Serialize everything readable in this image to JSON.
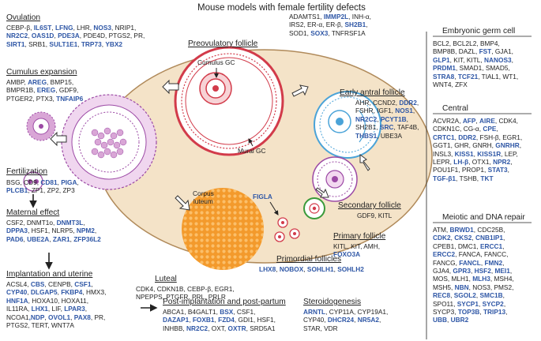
{
  "title": "Mouse models with female fertility defects",
  "colors": {
    "gene_highlight": "#2f57a6",
    "ovary_fill": "#f4e3c8",
    "ovary_stroke": "#b08a5a",
    "follicle_red": "#d23b4a",
    "follicle_blue": "#4aa3d8",
    "follicle_purple": "#9c4aa5",
    "luteum_orange": "#f39a2c",
    "primary_green": "#3a9a3a"
  },
  "sections": {
    "ovulation": {
      "label": "Ovulation",
      "lines": [
        [
          [
            "CEBP-β, ",
            0
          ],
          [
            "IL6ST",
            1
          ],
          [
            ", ",
            0
          ],
          [
            "LFNG",
            1
          ],
          [
            ", LHR, ",
            0
          ],
          [
            "NOS3",
            1
          ],
          [
            ", NRIP1,",
            0
          ]
        ],
        [
          [
            "NR2C2",
            1
          ],
          [
            ", ",
            0
          ],
          [
            "OAS1D",
            1
          ],
          [
            ", ",
            0
          ],
          [
            "PDE3A",
            1
          ],
          [
            ", PDE4D, PTGS2, PR,",
            0
          ]
        ],
        [
          [
            "SIRT1",
            1
          ],
          [
            ", SRB1, ",
            0
          ],
          [
            "SULT1E1",
            1
          ],
          [
            ", ",
            0
          ],
          [
            "TRP73",
            1
          ],
          [
            ", ",
            0
          ],
          [
            "YBX2",
            1
          ]
        ]
      ]
    },
    "cumulus": {
      "label": "Cumulus expansion",
      "lines": [
        [
          [
            "AMBP, ",
            0
          ],
          [
            "AREG",
            1
          ],
          [
            ", BMP15,",
            0
          ]
        ],
        [
          [
            "BMPR1B, ",
            0
          ],
          [
            "EREG",
            1
          ],
          [
            ", GDF9,",
            0
          ]
        ],
        [
          [
            "PTGER2, PTX3, ",
            0
          ],
          [
            "TNFAIP6",
            1
          ]
        ]
      ]
    },
    "fertilization": {
      "label": "Fertilization",
      "lines": [
        [
          [
            "BSG, CD9, ",
            0
          ],
          [
            "CD81",
            1
          ],
          [
            ", ",
            0
          ],
          [
            "PIGA",
            1
          ],
          [
            ",",
            0
          ]
        ],
        [
          [
            "PLCB1",
            1
          ],
          [
            ", ZP1, ZP2, ZP3",
            0
          ]
        ]
      ]
    },
    "maternal": {
      "label": "Maternal effect",
      "lines": [
        [
          [
            "CSF2, DNMT1o, ",
            0
          ],
          [
            "DNMT3L",
            1
          ],
          [
            ",",
            0
          ]
        ],
        [
          [
            "DPPA3",
            1
          ],
          [
            ", HSF1, NLRP5, ",
            0
          ],
          [
            "NPM2",
            1
          ],
          [
            ",",
            0
          ]
        ],
        [
          [
            "PAD6",
            1
          ],
          [
            ", ",
            0
          ],
          [
            "UBE2A",
            1
          ],
          [
            ", ",
            0
          ],
          [
            "ZAR1",
            1
          ],
          [
            ", ",
            0
          ],
          [
            "ZFP36L2",
            1
          ]
        ]
      ]
    },
    "implantation": {
      "label": "Implantation and uterine",
      "lines": [
        [
          [
            "ACSL4, ",
            0
          ],
          [
            "CBS",
            1
          ],
          [
            ", CENPB, ",
            0
          ],
          [
            "CSF1",
            1
          ],
          [
            ",",
            0
          ]
        ],
        [
          [
            "CYP40",
            1
          ],
          [
            ", ",
            0
          ],
          [
            "DLGAP5",
            1
          ],
          [
            ", ",
            0
          ],
          [
            "FKBP4",
            1
          ],
          [
            ", HMX3,",
            0
          ]
        ],
        [
          [
            "HNF1A",
            1
          ],
          [
            ", HOXA10, HOXA11,",
            0
          ]
        ],
        [
          [
            "IL11RA, ",
            0
          ],
          [
            "LHX1",
            1
          ],
          [
            ", LIF, ",
            0
          ],
          [
            "LPAR3",
            1
          ],
          [
            ",",
            0
          ]
        ],
        [
          [
            "NCOA1",
            0
          ],
          [
            ",NDP",
            1
          ],
          [
            ", ",
            0
          ],
          [
            "OVOL1",
            1
          ],
          [
            ", ",
            0
          ],
          [
            "PAX8",
            1
          ],
          [
            ", PR,",
            0
          ]
        ],
        [
          [
            "PTGS2, TERT, WNT7A",
            0
          ]
        ]
      ]
    },
    "preovulatory": {
      "label": "Preovulatory follicle",
      "lines": [
        [
          [
            "ADAMTS1, ",
            0
          ],
          [
            "IMMP2L",
            1
          ],
          [
            ", INH-α,",
            0
          ]
        ],
        [
          [
            "IRS2, ER-α, ER-β, ",
            0
          ],
          [
            "SH2B1",
            1
          ],
          [
            ",",
            0
          ]
        ],
        [
          [
            "SOD1, ",
            0
          ],
          [
            "SOX3",
            1
          ],
          [
            ", TNFRSF1A",
            0
          ]
        ]
      ]
    },
    "early_antral": {
      "label": "Early antral follicle",
      "lines": [
        [
          [
            "AHR, CCND2, ",
            0
          ],
          [
            "DDR2",
            1
          ],
          [
            ",",
            0
          ]
        ],
        [
          [
            "FSHR, IGF1, ",
            0
          ],
          [
            "NOS1",
            1
          ],
          [
            ",",
            0
          ]
        ],
        [
          [
            "NR2C2",
            1
          ],
          [
            ", ",
            0
          ],
          [
            "PCYT1B",
            1
          ],
          [
            ",",
            0
          ]
        ],
        [
          [
            "SH2B1, ",
            0
          ],
          [
            "SRC",
            1
          ],
          [
            ", TAF4B,",
            0
          ]
        ],
        [
          [
            "THBS1",
            1
          ],
          [
            ", UBE3A",
            0
          ]
        ]
      ]
    },
    "secondary": {
      "label": "Secondary follicle",
      "lines": [
        [
          [
            "GDF9, KITL",
            0
          ]
        ]
      ]
    },
    "primary": {
      "label": "Primary follicle",
      "lines": [
        [
          [
            "KITL, KIT, AMH,",
            0
          ]
        ],
        [
          [
            "FOXO3A",
            1
          ]
        ]
      ]
    },
    "primordial": {
      "label": "Primordial follicles",
      "lines": [
        [
          [
            "LHX8",
            1
          ],
          [
            ", ",
            0
          ],
          [
            "NOBOX",
            1
          ],
          [
            ", ",
            0
          ],
          [
            "SOHLH1",
            1
          ],
          [
            ", ",
            0
          ],
          [
            "SOHLH2",
            1
          ]
        ]
      ]
    },
    "luteal": {
      "label": "Luteal",
      "lines": [
        [
          [
            "CDK4, CDKN1B, CEBP-β, EGR1,",
            0
          ]
        ],
        [
          [
            "NPEPPS, PTGFR, PRL, PRLR",
            0
          ]
        ]
      ]
    },
    "postimpl": {
      "label": "Post-implantation and post-partum",
      "lines": [
        [
          [
            "ABCA1, B4GALT1, ",
            0
          ],
          [
            "BSX",
            1
          ],
          [
            ", CSF1,",
            0
          ]
        ],
        [
          [
            "DAZAP1",
            1
          ],
          [
            ", ",
            0
          ],
          [
            "FOXB1",
            1
          ],
          [
            ", ",
            0
          ],
          [
            "FZD4",
            1
          ],
          [
            ", GDI1, HSF1,",
            0
          ]
        ],
        [
          [
            "INHBB, ",
            0
          ],
          [
            "NR2C2",
            1
          ],
          [
            ", OXT, ",
            0
          ],
          [
            "OXTR",
            1
          ],
          [
            ", SRD5A1",
            0
          ]
        ]
      ]
    },
    "steroid": {
      "label": "Steroidogenesis",
      "lines": [
        [
          [
            "ARNTL",
            1
          ],
          [
            ", CYP11A, CYP19A1,",
            0
          ]
        ],
        [
          [
            "CYP40, ",
            0
          ],
          [
            "DHCR24",
            1
          ],
          [
            ", ",
            0
          ],
          [
            "NR5A2",
            1
          ],
          [
            ",",
            0
          ]
        ],
        [
          [
            "STAR, VDR",
            0
          ]
        ]
      ]
    },
    "embryonic": {
      "label": "Embryonic germ cell",
      "lines": [
        [
          [
            "BCL2, BCL2L2, BMP4,",
            0
          ]
        ],
        [
          [
            "BMP8B, DAZL, ",
            0
          ],
          [
            "FST",
            1
          ],
          [
            ", GJA1,",
            0
          ]
        ],
        [
          [
            "GLP1",
            1
          ],
          [
            ", KIT, KITL, ",
            0
          ],
          [
            "NANOS3",
            1
          ],
          [
            ",",
            0
          ]
        ],
        [
          [
            "PRDM1",
            1
          ],
          [
            ", SMAD1, SMAD5,",
            0
          ]
        ],
        [
          [
            "STRA8",
            1
          ],
          [
            ", ",
            0
          ],
          [
            "TCF21",
            1
          ],
          [
            ", TIAL1, WT1,",
            0
          ]
        ],
        [
          [
            "WNT4, ZFX",
            0
          ]
        ]
      ]
    },
    "central": {
      "label": "Central",
      "lines": [
        [
          [
            "ACVR2A, ",
            0
          ],
          [
            "AFP",
            1
          ],
          [
            ", ",
            0
          ],
          [
            "AIRE",
            1
          ],
          [
            ", CDK4,",
            0
          ]
        ],
        [
          [
            "CDKN1C, CG-α, ",
            0
          ],
          [
            "CPE",
            1
          ],
          [
            ",",
            0
          ]
        ],
        [
          [
            "CRTC1",
            1
          ],
          [
            ", ",
            0
          ],
          [
            "DDR2",
            1
          ],
          [
            ", FSH-β, EGR1,",
            0
          ]
        ],
        [
          [
            "GGT1, GHR, GNRH, ",
            0
          ],
          [
            "GNRHR",
            1
          ],
          [
            ",",
            0
          ]
        ],
        [
          [
            "INSL3, ",
            0
          ],
          [
            "KISS1",
            1
          ],
          [
            ", ",
            0
          ],
          [
            "KISS1R",
            1
          ],
          [
            ", LEP,",
            0
          ]
        ],
        [
          [
            "LEPR, ",
            0
          ],
          [
            "LH-β",
            1
          ],
          [
            ", OTX1, ",
            0
          ],
          [
            "NPR2",
            1
          ],
          [
            ",",
            0
          ]
        ],
        [
          [
            "POU1F1, PROP1, ",
            0
          ],
          [
            "STAT3",
            1
          ],
          [
            ",",
            0
          ]
        ],
        [
          [
            "TGF-β1",
            1
          ],
          [
            ", TSHB, ",
            0
          ],
          [
            "TKT",
            1
          ]
        ]
      ]
    },
    "meiotic": {
      "label": "Meiotic and DNA repair",
      "lines": [
        [
          [
            "ATM, ",
            0
          ],
          [
            "BRWD1",
            1
          ],
          [
            ", CDC25B,",
            0
          ]
        ],
        [
          [
            "CDK2",
            1
          ],
          [
            ", ",
            0
          ],
          [
            "CKS2",
            1
          ],
          [
            ", ",
            0
          ],
          [
            "CNB1IP1",
            1
          ],
          [
            ",",
            0
          ]
        ],
        [
          [
            "CPEB1, DMC1, ",
            0
          ],
          [
            "ERCC1",
            1
          ],
          [
            ",",
            0
          ]
        ],
        [
          [
            "ERCC2",
            1
          ],
          [
            ", FANCA, FANCC,",
            0
          ]
        ],
        [
          [
            "FANCG, ",
            0
          ],
          [
            "FANCL",
            1
          ],
          [
            ", ",
            0
          ],
          [
            "FMN2",
            1
          ],
          [
            ",",
            0
          ]
        ],
        [
          [
            "GJA4, ",
            0
          ],
          [
            "GPR3",
            1
          ],
          [
            ", ",
            0
          ],
          [
            "HSF2",
            1
          ],
          [
            ", ",
            0
          ],
          [
            "MEI1",
            1
          ],
          [
            ",",
            0
          ]
        ],
        [
          [
            "MOS, MLH1, ",
            0
          ],
          [
            "MLH3",
            1
          ],
          [
            ", MSH4,",
            0
          ]
        ],
        [
          [
            "MSH5, ",
            0
          ],
          [
            "NBN",
            1
          ],
          [
            ", NOS3, PMS2,",
            0
          ]
        ],
        [
          [
            "REC8",
            1
          ],
          [
            ", ",
            0
          ],
          [
            "SGOL2",
            1
          ],
          [
            ", ",
            0
          ],
          [
            "SMC1B",
            1
          ],
          [
            ",",
            0
          ]
        ],
        [
          [
            "SPO11, ",
            0
          ],
          [
            "SYCP1",
            1
          ],
          [
            ", ",
            0
          ],
          [
            "SYCP2",
            1
          ],
          [
            ",",
            0
          ]
        ],
        [
          [
            "SYCP3, ",
            0
          ],
          [
            "TOP3B",
            1
          ],
          [
            ", ",
            0
          ],
          [
            "TRIP13",
            1
          ],
          [
            ",",
            0
          ]
        ],
        [
          [
            "UBB",
            1
          ],
          [
            ", ",
            0
          ],
          [
            "UBR2",
            1
          ]
        ]
      ]
    }
  },
  "labels": {
    "cumulus_gc": "Cumulus GC",
    "mural_gc": "Mural GC",
    "corpus_luteum": "Corpus\nluteum",
    "figla": "FIGLA"
  }
}
